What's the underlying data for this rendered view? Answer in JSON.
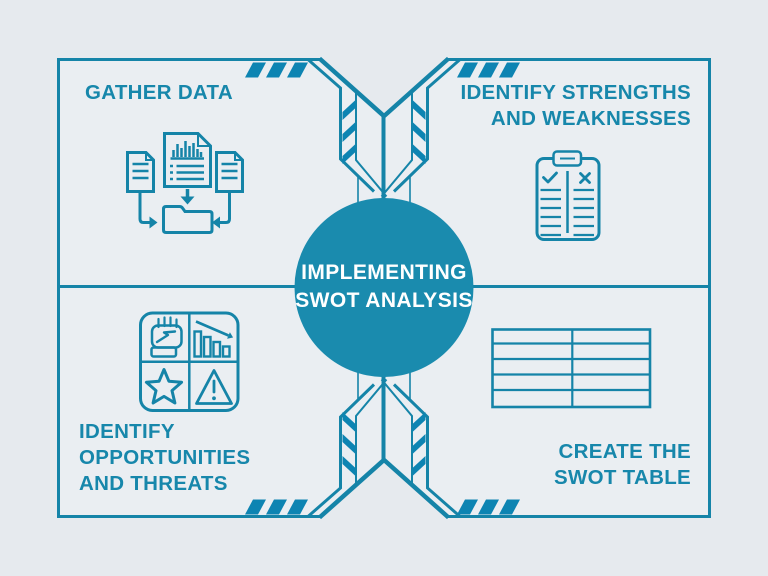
{
  "title": {
    "line1": "IMPLEMENTING",
    "line2": "SWOT ANALYSIS"
  },
  "quadrants": [
    {
      "id": "gather-data",
      "lines": [
        "GATHER DATA"
      ],
      "icon": "documents-to-folder-icon"
    },
    {
      "id": "identify-strengths-weaknesses",
      "lines": [
        "IDENTIFY STRENGTHS",
        "AND WEAKNESSES"
      ],
      "icon": "clipboard-check-cross-icon"
    },
    {
      "id": "identify-opportunities-threats",
      "lines": [
        "IDENTIFY",
        "OPPORTUNITIES",
        "AND THREATS"
      ],
      "icon": "opportunity-threat-grid-icon"
    },
    {
      "id": "create-swot-table",
      "lines": [
        "CREATE THE",
        "SWOT TABLE"
      ],
      "icon": "swot-table-icon"
    }
  ],
  "colors": {
    "background": "#e6eaee",
    "panel_fill": "#eaeef2",
    "line_teal": "#1584a8",
    "stripe_teal": "#0d84b2",
    "circle_teal": "#1a8bae",
    "text_teal": "#1787ab",
    "title_text": "#ffffff"
  }
}
